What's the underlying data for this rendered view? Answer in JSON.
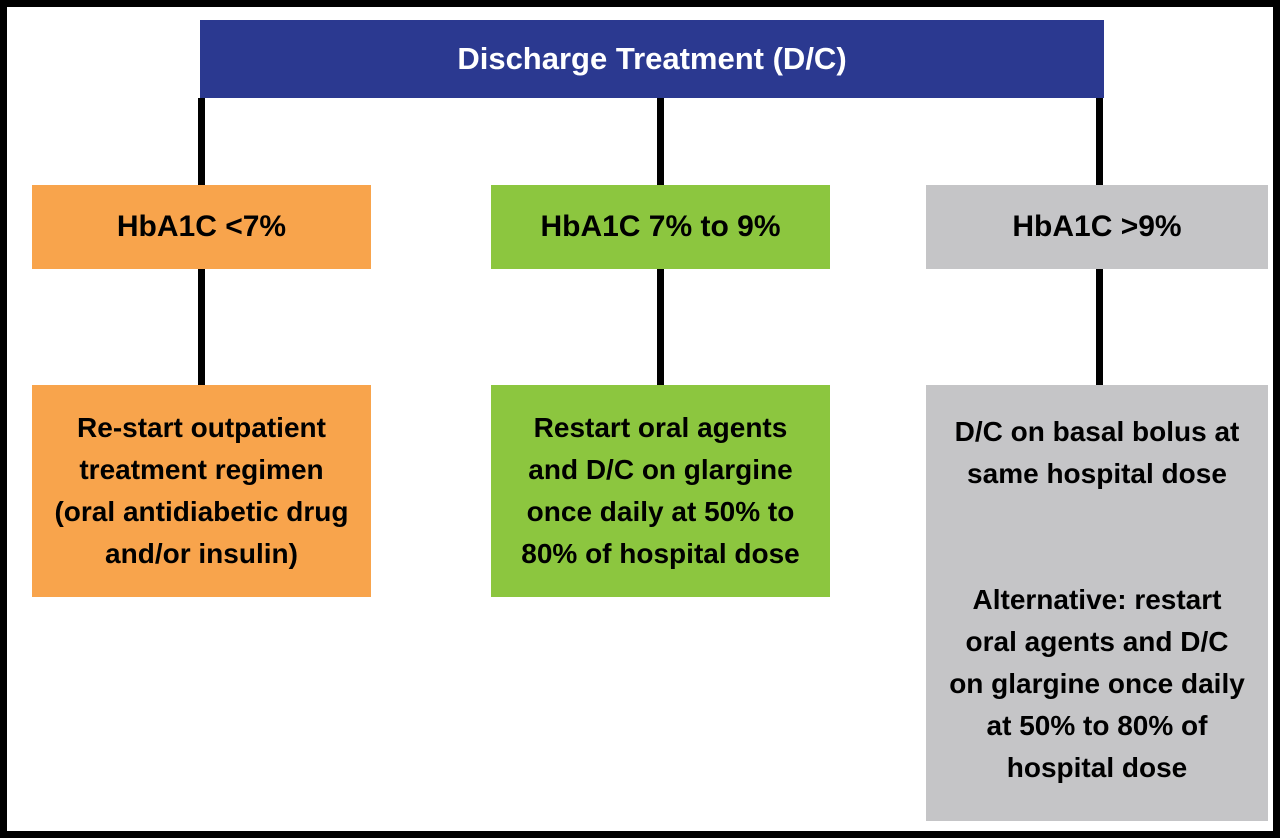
{
  "diagram": {
    "type": "flowchart",
    "title": "Discharge Treatment (D/C)",
    "branches": [
      {
        "id": "hba1c-under-7",
        "condition": "HbA1C <7%",
        "action": "Re-start outpatient\ntreatment regimen\n(oral antidiabetic drug\nand/or insulin)",
        "color": "#F8A44C",
        "color_name": "orange"
      },
      {
        "id": "hba1c-7-to-9",
        "condition": "HbA1C 7% to 9%",
        "action": "Restart oral agents\nand D/C on glargine\nonce daily at 50% to\n80% of hospital dose",
        "color": "#8CC63F",
        "color_name": "green"
      },
      {
        "id": "hba1c-over-9",
        "condition": "HbA1C >9%",
        "action": "D/C on basal bolus at\nsame hospital dose",
        "action_alternative": "Alternative: restart\noral agents and D/C\non glargine once daily\nat 50% to 80% of\nhospital dose",
        "color": "#C5C5C7",
        "color_name": "gray"
      }
    ],
    "colors": {
      "header_bg": "#2B3990",
      "header_text": "#FFFFFF",
      "branch_orange": "#F8A44C",
      "branch_green": "#8CC63F",
      "branch_gray": "#C5C5C7",
      "connector": "#000000",
      "body_text": "#000000",
      "frame_border": "#000000",
      "background": "#FFFFFF"
    }
  }
}
